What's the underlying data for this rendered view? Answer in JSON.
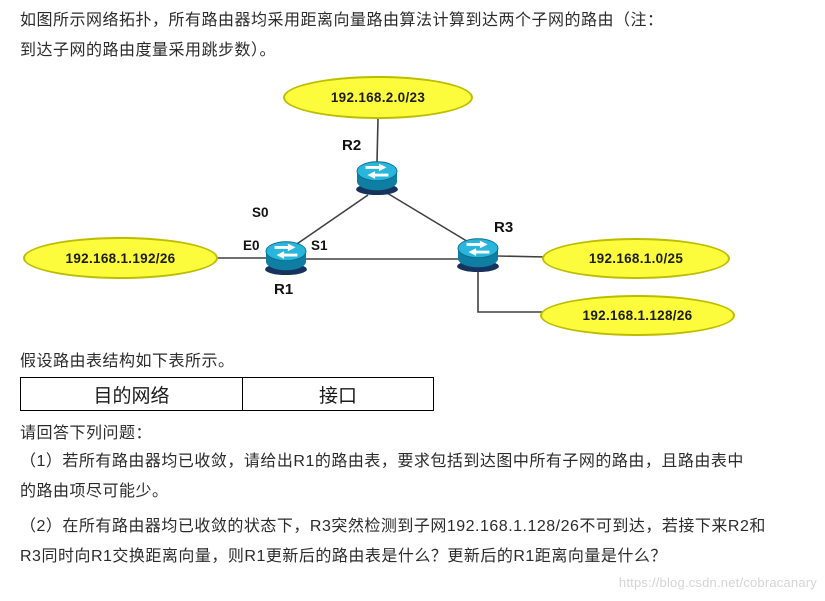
{
  "page": {
    "intro": [
      "如图所示网络拓扑，所有路由器均采用距离向量路由算法计算到达两个子网的路由（注：",
      "到达子网的路由度量采用跳步数）。"
    ],
    "table_caption": "假设路由表结构如下表所示。",
    "questions_intro": "请回答下列问题：",
    "question1": [
      "（1）若所有路由器均已收敛，请给出R1的路由表，要求包括到达图中所有子网的路由，且路由表中",
      "的路由项尽可能少。"
    ],
    "question2": [
      "（2）在所有路由器均已收敛的状态下，R3突然检测到子网192.168.1.128/26不可到达，若接下来R2和",
      "R3同时向R1交换距离向量，则R1更新后的路由表是什么？更新后的R1距离向量是什么？"
    ],
    "watermark": "https://blog.csdn.net/cobracanary"
  },
  "diagram": {
    "subnets": {
      "top": {
        "label": "192.168.2.0/23"
      },
      "left": {
        "label": "192.168.1.192/26"
      },
      "right": {
        "label": "192.168.1.0/25"
      },
      "bottom_right": {
        "label": "192.168.1.128/26"
      }
    },
    "routers": {
      "r1": {
        "label": "R1"
      },
      "r2": {
        "label": "R2"
      },
      "r3": {
        "label": "R3"
      }
    },
    "interfaces": {
      "s0": "S0",
      "e0": "E0",
      "s1": "S1"
    },
    "colors": {
      "subnet_fill": "#FCFC3C",
      "subnet_border": "#BDBD00",
      "router_top": "#29B6DC",
      "router_body": "#0E7FA3",
      "router_shadow": "#16335E",
      "line": "#404040"
    }
  },
  "table": {
    "headers": [
      "目的网络",
      "接口"
    ]
  }
}
